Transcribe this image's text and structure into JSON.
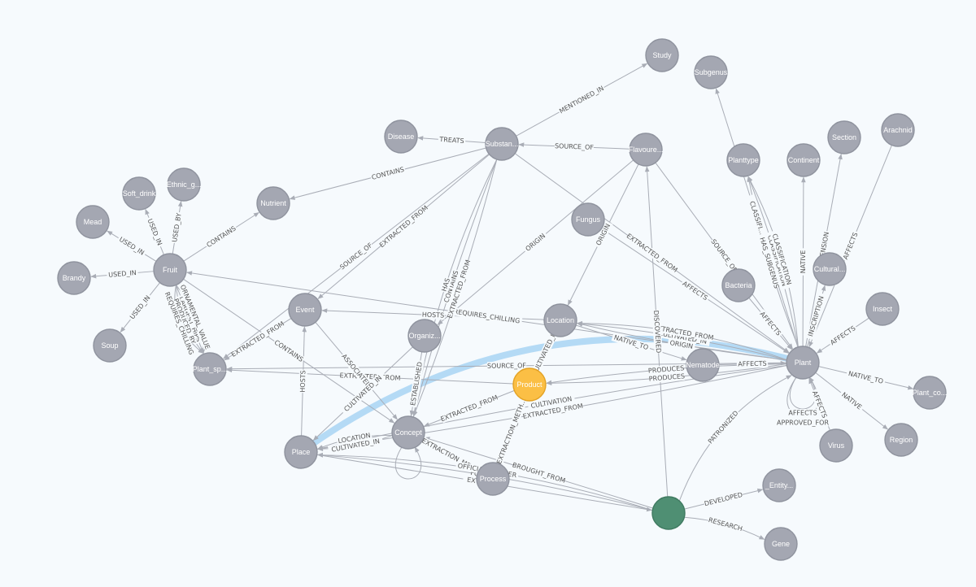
{
  "colors": {
    "node_default": "#a4a7b2",
    "node_stroke": "#8f939e",
    "node_product": "#fbbf45",
    "node_product_stroke": "#e3a224",
    "node_unlabeled": "#4f8f73",
    "node_unlabeled_stroke": "#3f7a60",
    "edge": "#a9adb6",
    "highlight": "#a8d4f3"
  },
  "nodes": [
    {
      "id": "study",
      "label": "Study"
    },
    {
      "id": "subgenus",
      "label": "Subgenus"
    },
    {
      "id": "disease",
      "label": "Disease"
    },
    {
      "id": "substan",
      "label": "Substan..."
    },
    {
      "id": "flavoure",
      "label": "Flavoure..."
    },
    {
      "id": "planttype",
      "label": "Planttype"
    },
    {
      "id": "continent",
      "label": "Continent"
    },
    {
      "id": "section",
      "label": "Section"
    },
    {
      "id": "arachnid",
      "label": "Arachnid"
    },
    {
      "id": "soft_drink",
      "label": "Soft_drink"
    },
    {
      "id": "ethnic",
      "label": "Ethnic_g..."
    },
    {
      "id": "nutrient",
      "label": "Nutrient"
    },
    {
      "id": "mead",
      "label": "Mead"
    },
    {
      "id": "fungus",
      "label": "Fungus"
    },
    {
      "id": "brandy",
      "label": "Brandy"
    },
    {
      "id": "fruit",
      "label": "Fruit"
    },
    {
      "id": "cultural",
      "label": "Cultural..."
    },
    {
      "id": "bacteria",
      "label": "Bacteria"
    },
    {
      "id": "event",
      "label": "Event"
    },
    {
      "id": "location",
      "label": "Location"
    },
    {
      "id": "insect",
      "label": "Insect"
    },
    {
      "id": "soup",
      "label": "Soup"
    },
    {
      "id": "organiz",
      "label": "Organiz..."
    },
    {
      "id": "plant_sp",
      "label": "Plant_sp..."
    },
    {
      "id": "nematode",
      "label": "Nematode"
    },
    {
      "id": "plant",
      "label": "Plant"
    },
    {
      "id": "product",
      "label": "Product"
    },
    {
      "id": "plant_co",
      "label": "Plant_co..."
    },
    {
      "id": "concept",
      "label": "Concept"
    },
    {
      "id": "place",
      "label": "Place"
    },
    {
      "id": "virus",
      "label": "Virus"
    },
    {
      "id": "region",
      "label": "Region"
    },
    {
      "id": "process",
      "label": "Process"
    },
    {
      "id": "entity",
      "label": "_Entity..."
    },
    {
      "id": "unlabeled",
      "label": ""
    },
    {
      "id": "gene",
      "label": "Gene"
    }
  ],
  "edges": [
    {
      "from": "substan",
      "to": "study",
      "label": "MENTIONED_IN"
    },
    {
      "from": "substan",
      "to": "disease",
      "label": "TREATS"
    },
    {
      "from": "flavoure",
      "to": "substan",
      "label": "SOURCE_OF"
    },
    {
      "from": "substan",
      "to": "nutrient",
      "label": "CONTAINS"
    },
    {
      "from": "fruit",
      "to": "nutrient",
      "label": "CONTAINS"
    },
    {
      "from": "fruit",
      "to": "mead",
      "label": "USED_IN"
    },
    {
      "from": "fruit",
      "to": "soft_drink",
      "label": "USED_IN"
    },
    {
      "from": "fruit",
      "to": "ethnic",
      "label": "USED_BY"
    },
    {
      "from": "fruit",
      "to": "brandy",
      "label": "USED_IN"
    },
    {
      "from": "fruit",
      "to": "soup",
      "label": "USED_IN"
    },
    {
      "from": "fruit",
      "to": "plant_sp",
      "label": "LARGEST_HIPS"
    },
    {
      "from": "fruit",
      "to": "plant_sp",
      "label": "ORNAMENTAL_VALUE"
    },
    {
      "from": "fruit",
      "to": "plant_sp",
      "label": "PRODUCED_BY"
    },
    {
      "from": "fruit",
      "to": "plant_sp",
      "label": "REQUIRES_CHILLING"
    },
    {
      "from": "fruit",
      "to": "concept",
      "label": "CONTAINS"
    },
    {
      "from": "plant",
      "to": "fruit",
      "label": "REQUIRES_CHILLING"
    },
    {
      "from": "substan",
      "to": "plant_sp",
      "label": "SOURCE_OF"
    },
    {
      "from": "substan",
      "to": "event",
      "label": "EXTRACTED_FROM"
    },
    {
      "from": "substan",
      "to": "concept",
      "label": "EXTRACTED_FROM"
    },
    {
      "from": "substan",
      "to": "concept",
      "label": "CONTAINS"
    },
    {
      "from": "substan",
      "to": "concept",
      "label": "HAS"
    },
    {
      "from": "substan",
      "to": "plant",
      "label": "EXTRACTED_FROM"
    },
    {
      "from": "flavoure",
      "to": "location",
      "label": "ORIGIN"
    },
    {
      "from": "flavoure",
      "to": "organiz",
      "label": "ORIGIN"
    },
    {
      "from": "flavoure",
      "to": "plant",
      "label": "SOURCE_OF"
    },
    {
      "from": "fungus",
      "to": "plant",
      "label": "AFFECTS"
    },
    {
      "from": "plant",
      "to": "subgenus",
      "label": "CLASSIFI..."
    },
    {
      "from": "plant",
      "to": "planttype",
      "label": "HAS_SUBGENUS"
    },
    {
      "from": "plant",
      "to": "planttype",
      "label": "CLASSIFICATION"
    },
    {
      "from": "plant",
      "to": "planttype",
      "label": "CLASSIFICATION"
    },
    {
      "from": "plant",
      "to": "continent",
      "label": "NATIVE"
    },
    {
      "from": "plant",
      "to": "section",
      "label": "EXTENSION"
    },
    {
      "from": "arachnid",
      "to": "plant",
      "label": "AFFECTS"
    },
    {
      "from": "plant",
      "to": "cultural",
      "label": "INSCRIPTION"
    },
    {
      "from": "bacteria",
      "to": "plant",
      "label": "AFFECTS"
    },
    {
      "from": "insect",
      "to": "plant",
      "label": "AFFECTS"
    },
    {
      "from": "nematode",
      "to": "plant",
      "label": "AFFECTS"
    },
    {
      "from": "plant",
      "to": "plant_co",
      "label": "NATIVE_TO"
    },
    {
      "from": "plant",
      "to": "region",
      "label": "NATIVE"
    },
    {
      "from": "virus",
      "to": "plant",
      "label": "AFFECTS"
    },
    {
      "from": "plant",
      "to": "location",
      "label": "ORIGIN"
    },
    {
      "from": "plant",
      "to": "location",
      "label": "CULTIVATED_IN"
    },
    {
      "from": "plant",
      "to": "location",
      "label": "EXTRACTED_FROM"
    },
    {
      "from": "plant",
      "to": "product",
      "label": "PRODUCES"
    },
    {
      "from": "plant",
      "to": "product",
      "label": "PRODUCES"
    },
    {
      "from": "plant",
      "to": "plant_sp",
      "label": "SOURCE_OF"
    },
    {
      "from": "plant",
      "to": "place",
      "label": "EXTRACTED_FROM"
    },
    {
      "from": "plant",
      "to": "place",
      "label": "CULTIVATION"
    },
    {
      "from": "location",
      "to": "event",
      "label": "HOSTS"
    },
    {
      "from": "location",
      "to": "nematode",
      "label": "NATIVE_TO"
    },
    {
      "from": "product",
      "to": "plant_sp",
      "label": "EXTRACTED_FROM"
    },
    {
      "from": "product",
      "to": "location",
      "label": "CULTIVATED_IN"
    },
    {
      "from": "product",
      "to": "concept",
      "label": "EXTRACTED_FROM"
    },
    {
      "from": "product",
      "to": "process",
      "label": "EXTRACTION_METH..."
    },
    {
      "from": "event",
      "to": "concept",
      "label": "ASSOCIATED"
    },
    {
      "from": "event",
      "to": "plant_sp",
      "label": "EXTRACTED_FROM"
    },
    {
      "from": "organiz",
      "to": "concept",
      "label": "ESTABLISHED"
    },
    {
      "from": "organiz",
      "to": "place",
      "label": "CULTIVATED_IN"
    },
    {
      "from": "place",
      "to": "event",
      "label": "HOSTS"
    },
    {
      "from": "concept",
      "to": "place",
      "label": "CULTIVATED_IN"
    },
    {
      "from": "concept",
      "to": "place",
      "label": "LOCATION"
    },
    {
      "from": "concept",
      "to": "process",
      "label": "EXTRACTION_MET..."
    },
    {
      "from": "concept",
      "to": "concept",
      "label": ""
    },
    {
      "from": "unlabeled",
      "to": "entity",
      "label": "DEVELOPED"
    },
    {
      "from": "unlabeled",
      "to": "gene",
      "label": "RESEARCH"
    },
    {
      "from": "unlabeled",
      "to": "place",
      "label": "FOUNDER"
    },
    {
      "from": "unlabeled",
      "to": "place",
      "label": "OFFICIAL_FLOWER"
    },
    {
      "from": "unlabeled",
      "to": "plant",
      "label": "PATRONIZED"
    },
    {
      "from": "unlabeled",
      "to": "flavoure",
      "label": "DISCOVERED"
    },
    {
      "from": "unlabeled",
      "to": "concept",
      "label": "BROUGHT_FROM"
    },
    {
      "from": "place",
      "to": "unlabeled",
      "label": "EXTRACT..."
    },
    {
      "from": "plant",
      "to": "plant",
      "label": "APPROVED_FOR"
    },
    {
      "from": "plant",
      "to": "plant",
      "label": "AFFECTS"
    }
  ]
}
